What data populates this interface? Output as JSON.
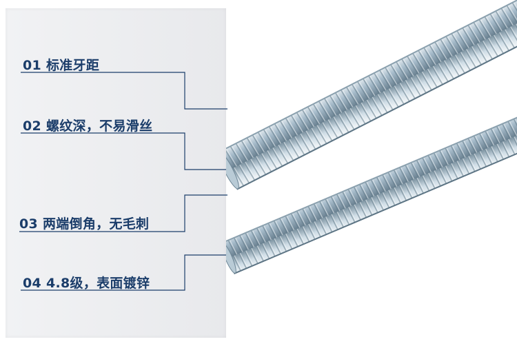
{
  "features": [
    {
      "label": "01 标准牙距"
    },
    {
      "label": "02 螺纹深，不易滑丝"
    },
    {
      "label": "03 两端倒角，无毛刺"
    },
    {
      "label": "04 4.8级，表面镀锌"
    }
  ],
  "colors": {
    "text": "#1b3d6a",
    "line": "#1b3d6a",
    "panel": "#eceef1",
    "zinc_light": "#dfe8ee",
    "zinc_mid": "#a9bdca",
    "zinc_dark": "#6f8797"
  },
  "product": "threaded-rods"
}
